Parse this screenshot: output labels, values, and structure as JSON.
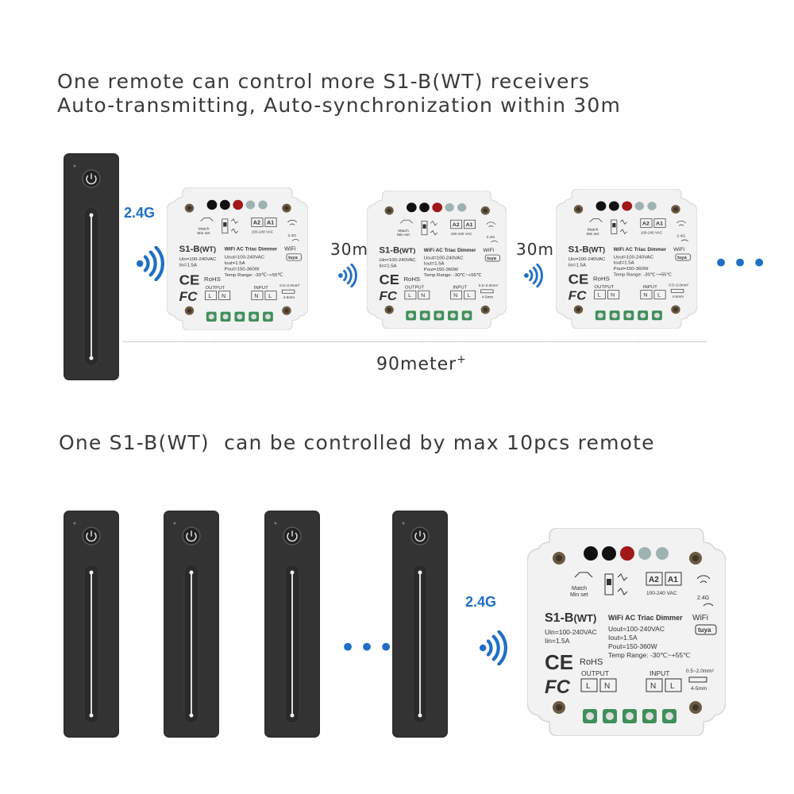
{
  "top": {
    "line1": "One remote can control more S1-B(WT) receivers",
    "line2": "Auto-transmitting, Auto-synchronization within 30m",
    "freq_label": "2.4G",
    "spacing_1": "30m",
    "spacing_2": "30m",
    "total_distance": "90meter",
    "total_distance_sup": "+",
    "more_dots": "•••"
  },
  "bottom": {
    "line": "One S1-B(WT)  can be controlled by max 10pcs remote",
    "freq_label": "2.4G",
    "more_dots": "•••"
  },
  "receiver_labels": {
    "model": "S1-B",
    "model_suffix": "(WT)",
    "product": "WiFi AC Triac Dimmer",
    "uin": "Uin=100-240VAC",
    "iin": "Iin=1.5A",
    "uout": "Uout=100-240VAC",
    "iout": "Iout=1.5A",
    "pout": "Pout=150-360W",
    "temp": "Temp Range: -30℃~+55℃",
    "rohs": "RoHS",
    "output": "OUTPUT",
    "input": "INPUT",
    "terminal_l": "L",
    "terminal_n": "N",
    "a1": "A1",
    "a2": "A2",
    "vac": "100-240 VAC",
    "match": "Match",
    "min_set": "Min set",
    "wifi": "WiFi",
    "ghz": "2.4G",
    "tuya": "tuya",
    "wire": "0.5~2.0mm²",
    "strip": "4-5mm",
    "ce": "CE",
    "fc": "FC"
  },
  "colors": {
    "accent_blue": "#1f6fc6",
    "remote_body": "#2e2e2e",
    "receiver_body": "#f2f2f2"
  },
  "icons": [
    "power-icon",
    "wireless-signal-icon",
    "ce-mark-icon",
    "fcc-mark-icon",
    "wifi-icon"
  ]
}
